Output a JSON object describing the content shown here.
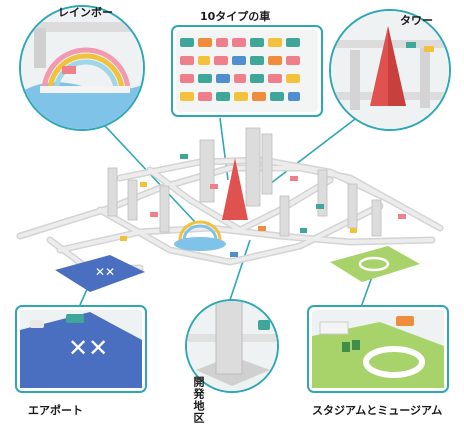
{
  "labels": {
    "rainbow": "レインボー",
    "ten_cars": "10タイプの車",
    "tower": "タワー",
    "airport": "エアポート",
    "dev_area": "開発地区",
    "stadium_museum": "スタジアムとミュージアム"
  },
  "colors": {
    "teal_line": "#2fa7b5",
    "road": "#e6e6e6",
    "road_edge": "#c8c8c8",
    "sky_blue": "#7fc4e8",
    "tower_red": "#e0524f",
    "airport_blue": "#4a6fc0",
    "field_green": "#a8d36b",
    "car_teal": "#3fa79a",
    "car_pink": "#ef7f8a",
    "car_yellow": "#f2c23c",
    "car_orange": "#ef8d3c",
    "car_blue": "#4f8fd0"
  },
  "icons": [
    "callout-line",
    "toy-car",
    "tower-cone",
    "rainbow-arch",
    "airplane-x-mark",
    "stadium-track"
  ]
}
